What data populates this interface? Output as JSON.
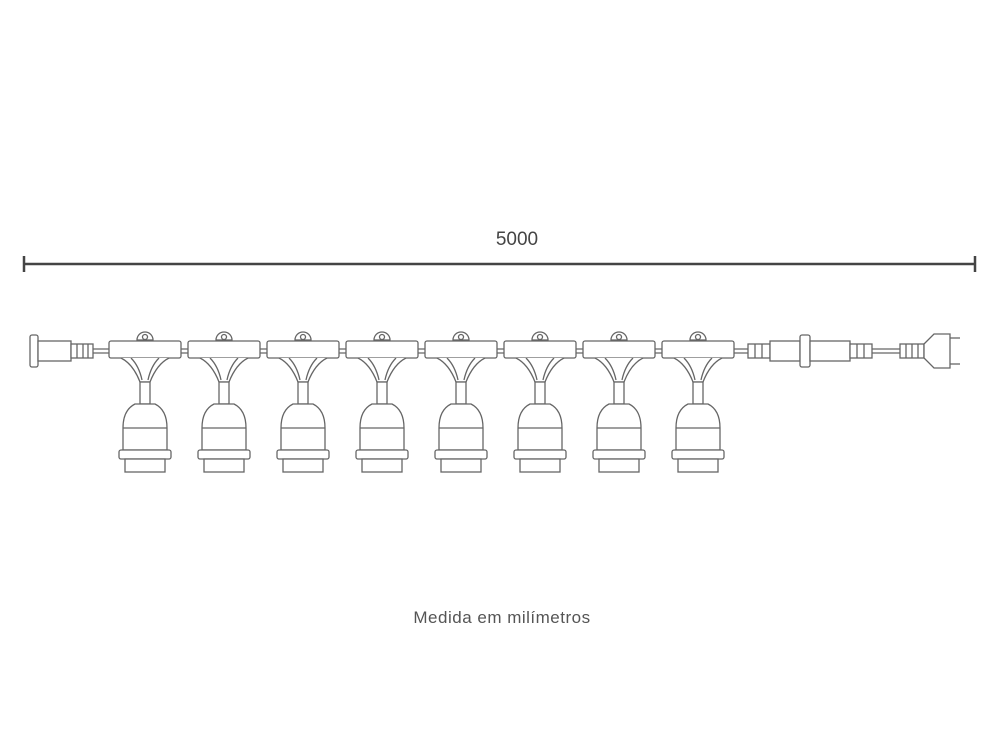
{
  "dimension": {
    "value": "5000"
  },
  "caption": "Medida em milímetros",
  "socket_count": 8,
  "colors": {
    "line": "#555555",
    "dimension": "#444444"
  }
}
